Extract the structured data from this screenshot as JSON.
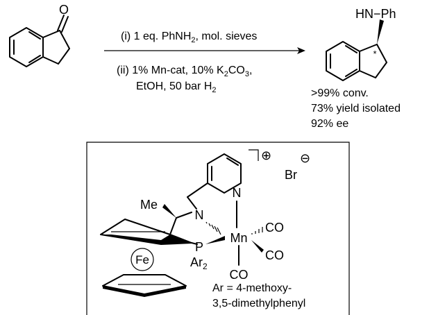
{
  "reaction": {
    "reactant_atoms": {
      "oxygen": "O"
    },
    "conditions": {
      "step1": {
        "prefix": "(i) 1 eq. PhNH",
        "sub": "2",
        "suffix": ", mol. sieves"
      },
      "step2_line1": {
        "prefix": "(ii) 1% Mn-cat, 10% K",
        "sub1": "2",
        "mid": "CO",
        "sub2": "3",
        "suffix": ","
      },
      "step2_line2": {
        "prefix": "EtOH, 50 bar H",
        "sub": "2"
      }
    },
    "product": {
      "amine_label": "HN−Ph",
      "stereo_mark": "*"
    },
    "results": [
      ">99% conv.",
      "73% yield isolated",
      "92% ee"
    ]
  },
  "catalyst": {
    "charge_plus": "⊕",
    "counterion": "Br",
    "charge_minus": "⊖",
    "methyl": "Me",
    "amine_n": "N",
    "pyridine_n": "N",
    "phosphorus": "P",
    "aryl": {
      "prefix": "Ar",
      "sub": "2"
    },
    "metal": "Mn",
    "iron": "Fe",
    "co_ligands": [
      "CO",
      "CO",
      "CO"
    ],
    "ar_definition_line1": "Ar = 4-methoxy-",
    "ar_definition_line2": "3,5-dimethylphenyl"
  }
}
